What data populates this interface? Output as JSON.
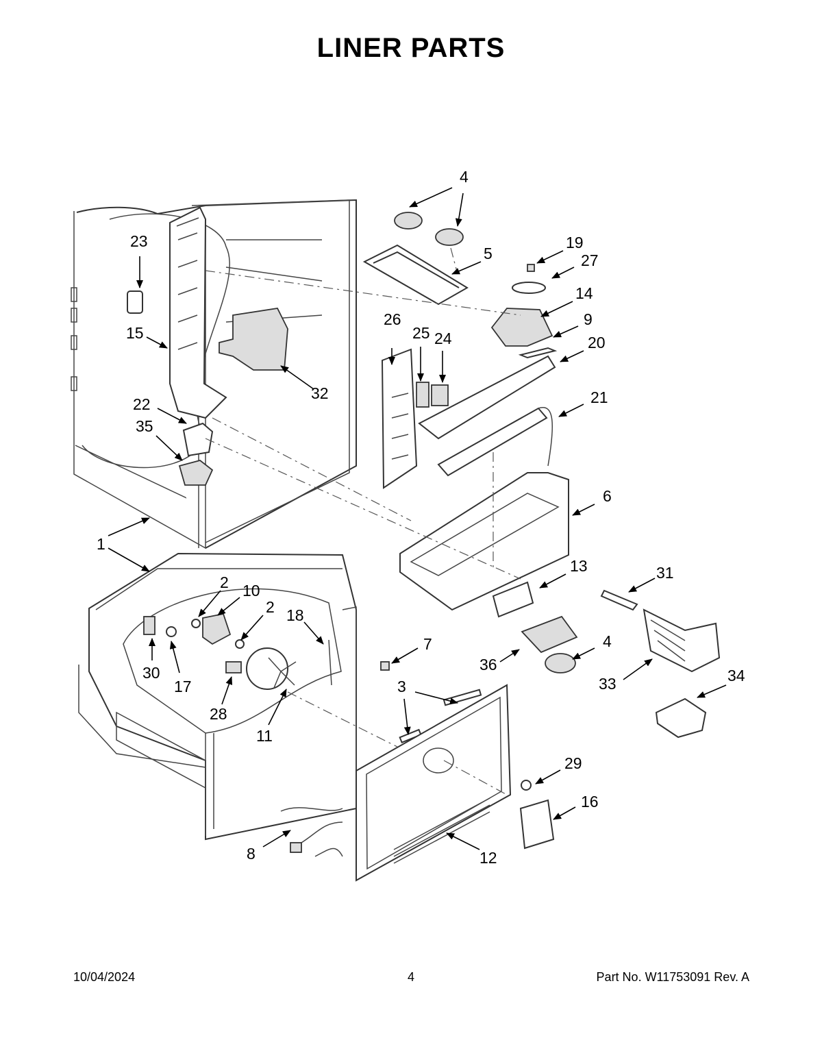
{
  "title": "LINER PARTS",
  "footer": {
    "date": "10/04/2024",
    "page": "4",
    "part_no": "Part No.  W11753091  Rev.  A"
  },
  "callouts": [
    "1",
    "2",
    "2",
    "3",
    "3",
    "4",
    "4",
    "4",
    "5",
    "6",
    "7",
    "8",
    "9",
    "10",
    "11",
    "12",
    "13",
    "14",
    "15",
    "16",
    "17",
    "18",
    "19",
    "20",
    "21",
    "22",
    "23",
    "24",
    "25",
    "26",
    "27",
    "28",
    "29",
    "30",
    "31",
    "32",
    "33",
    "34",
    "35",
    "36"
  ]
}
